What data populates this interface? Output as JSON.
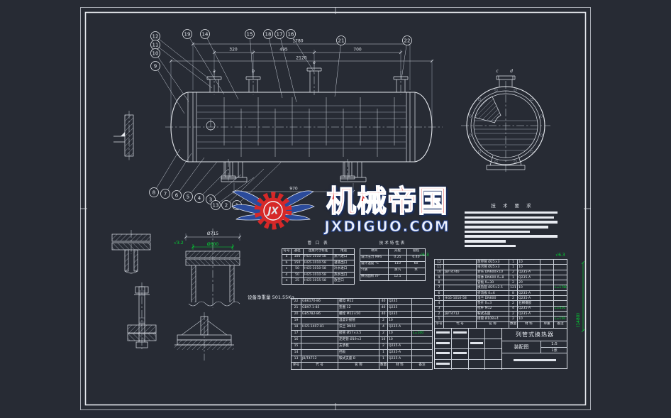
{
  "colors": {
    "background": "#272b34",
    "line": "#e6e9ee",
    "annotation_green": "#00dd33",
    "watermark_red": "#d62828",
    "watermark_blue": "#2b4b9b"
  },
  "watermark": {
    "logo_text": "JX",
    "brand": "机械帝国",
    "domain": "JXDIGUO.COM"
  },
  "tech_requirements": {
    "title": "技 术 要 求"
  },
  "notes": {
    "weight": "设备净重量 501.55Kg"
  },
  "dims": {
    "tube_len": "1780",
    "overall": "2120",
    "seg1": "320",
    "seg2": "495",
    "seg3": "700",
    "saddle_span": "970",
    "phi715": "Ø715",
    "phi600": "Ø600",
    "margin_green": "(1480)",
    "rough_a": "√6.3",
    "rough_b": "√3.2"
  },
  "letters": {
    "a": "a",
    "b": "b",
    "c": "c",
    "d": "d",
    "e": "e"
  },
  "balloons": {
    "1": "1",
    "2": "2",
    "3": "3",
    "4": "4",
    "5": "5",
    "6": "6",
    "7": "7",
    "8": "8",
    "9": "9",
    "10": "10",
    "11": "11",
    "12": "12",
    "13": "13",
    "14": "14",
    "15": "15",
    "16": "16",
    "17": "17",
    "18": "18",
    "19": "19",
    "21": "21",
    "22": "22"
  },
  "title_block": {
    "product": "列管式换热器",
    "drawing_type": "装配图",
    "scale": "1:5",
    "sheet": "1张"
  },
  "tables": {
    "nozzle": {
      "title": "管 口 表",
      "headers": [
        "符号",
        "通径",
        "连接尺寸标准",
        "用途"
      ],
      "rows": [
        [
          "a",
          "100",
          "HG5-1010-58",
          "蒸汽进口"
        ],
        [
          "b",
          "150",
          "HG5-1010-58",
          "凝液出口"
        ],
        [
          "c",
          "50",
          "HG5-1010-58",
          "冷水进口"
        ],
        [
          "d",
          "50",
          "HG5-1010-58",
          "热水出口"
        ],
        [
          "e",
          "25",
          "HG5-1015-58",
          "放空口"
        ]
      ]
    },
    "spec": {
      "title": "技术特性表",
      "headers": [
        "项目",
        "壳程",
        "管程"
      ],
      "rows": [
        [
          "设计压力 MPa",
          "0.25",
          "0.40"
        ],
        [
          "设计温度 ℃",
          "110",
          "60"
        ],
        [
          "介质",
          "蒸汽",
          "水"
        ],
        [
          "换热面积 m²",
          "12.5",
          ""
        ]
      ]
    },
    "bom_right": {
      "headers": [
        "序号",
        "代 号",
        "名 称",
        "数量",
        "材 料",
        "单重",
        "备注"
      ],
      "rows": [
        {
          "no": "12",
          "code": "",
          "name": "放空管 Ø25×3",
          "qty": "1",
          "mat": "10",
          "wt": "",
          "note": ""
        },
        {
          "no": "11",
          "code": "",
          "name": "排污管 Ø25×3",
          "qty": "1",
          "mat": "10",
          "wt": "",
          "note": ""
        },
        {
          "no": "10",
          "code": "JB/T4746",
          "name": "封头 DN600×10",
          "qty": "2",
          "mat": "Q235-A",
          "wt": "",
          "note": ""
        },
        {
          "no": "9",
          "code": "",
          "name": "筒体 DN600 δ=8",
          "qty": "1",
          "mat": "Q235-A",
          "wt": "",
          "note": ""
        },
        {
          "no": "8",
          "code": "",
          "name": "管板 δ=30",
          "qty": "2",
          "mat": "20",
          "wt": "",
          "note": ""
        },
        {
          "no": "7",
          "code": "",
          "name": "换热管 Ø25×2.5",
          "qty": "121",
          "mat": "10",
          "wt": "",
          "note": "L=1780"
        },
        {
          "no": "6",
          "code": "",
          "name": "折流板 δ=6",
          "qty": "8",
          "mat": "Q235-A",
          "wt": "",
          "note": ""
        },
        {
          "no": "5",
          "code": "HG5-1010-58",
          "name": "法兰 DN600",
          "qty": "2",
          "mat": "Q235-A",
          "wt": "",
          "note": ""
        },
        {
          "no": "4",
          "code": "",
          "name": "垫片 δ=3",
          "qty": "2",
          "mat": "石棉橡胶",
          "wt": "",
          "note": ""
        },
        {
          "no": "3",
          "code": "",
          "name": "拉杆 M12",
          "qty": "4",
          "mat": "Q235-A",
          "wt": "",
          "note": "L=450"
        },
        {
          "no": "2",
          "code": "JB/T4712",
          "name": "鞍式支座",
          "qty": "2",
          "mat": "Q235-A",
          "wt": "",
          "note": ""
        },
        {
          "no": "1",
          "code": "",
          "name": "接管 Ø108×4",
          "qty": "2",
          "mat": "10",
          "wt": "",
          "note": "L=150"
        }
      ]
    },
    "bom_left": {
      "headers": [
        "序号",
        "代 号",
        "名 称",
        "数量",
        "材 料",
        "备注"
      ],
      "rows": [
        {
          "no": "22",
          "code": "GB6170-86",
          "name": "螺母 M12",
          "qty": "40",
          "mat": "Q235",
          "note": ""
        },
        {
          "no": "21",
          "code": "GB97.1-85",
          "name": "垫圈 12",
          "qty": "40",
          "mat": "Q235",
          "note": ""
        },
        {
          "no": "20",
          "code": "GB5782-86",
          "name": "螺栓 M12×50",
          "qty": "40",
          "mat": "Q235",
          "note": ""
        },
        {
          "no": "19",
          "code": "",
          "name": "温度计接管",
          "qty": "2",
          "mat": "10",
          "note": ""
        },
        {
          "no": "18",
          "code": "HG5-1407-81",
          "name": "法兰 DN50",
          "qty": "4",
          "mat": "Q235-A",
          "note": ""
        },
        {
          "no": "17",
          "code": "",
          "name": "接管 Ø57×3.5",
          "qty": "2",
          "mat": "10",
          "note": "L=100"
        },
        {
          "no": "16",
          "code": "",
          "name": "定距管 Ø19×2",
          "qty": "16",
          "mat": "10",
          "note": ""
        },
        {
          "no": "15",
          "code": "",
          "name": "支承板",
          "qty": "2",
          "mat": "Q235-A",
          "note": ""
        },
        {
          "no": "14",
          "code": "",
          "name": "挡板",
          "qty": "1",
          "mat": "Q235-A",
          "note": ""
        },
        {
          "no": "13",
          "code": "JB/T4712",
          "name": "鞍式支座 B",
          "qty": "1",
          "mat": "Q235-A",
          "note": ""
        }
      ]
    }
  }
}
